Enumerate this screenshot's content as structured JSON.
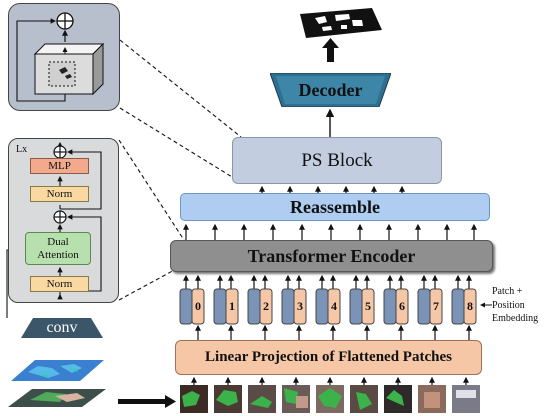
{
  "labels": {
    "decoder": "Decoder",
    "ps_block": "PS Block",
    "reassemble": "Reassemble",
    "transformer_encoder": "Transformer Encoder",
    "linear_projection": "Linear Projection of Flattened Patches",
    "patch_position_embedding": [
      "Patch +",
      "Position",
      "Embedding"
    ],
    "conv": "conv"
  },
  "encoder_layer": {
    "repeat": "Lx",
    "mlp": "MLP",
    "norm_top": "Norm",
    "dual_attention": [
      "Dual",
      "Attention"
    ],
    "norm_bottom": "Norm"
  },
  "tokens": [
    "0",
    "1",
    "2",
    "3",
    "4",
    "5",
    "6",
    "7",
    "8"
  ],
  "colors": {
    "ps_block": "#c2cde0",
    "reassemble": "#aecdf1",
    "transformer": "#8f8f8f",
    "linear_projection": "#f6c7a6",
    "decoder": "#2f6f8f",
    "mlp": "#f2a98c",
    "norm": "#f9d9a1",
    "dual_attention": "#b8e0ae",
    "patch_token": "#f6c7a6",
    "position_token": "#7c93b8",
    "conv": "#3a5668"
  }
}
